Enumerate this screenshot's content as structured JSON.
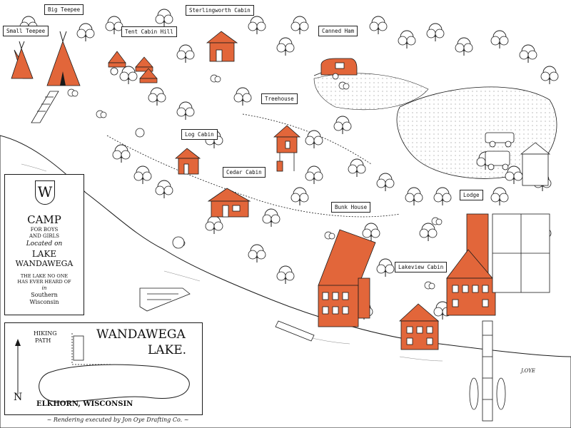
{
  "labels": {
    "small_teepee": "Small Teepee",
    "big_teepee": "Big Teepee",
    "tent_cabin_hill": "Tent Cabin Hill",
    "sterlingworth_cabin": "Sterlingworth Cabin",
    "canned_ham": "Canned Ham",
    "treehouse": "Treehouse",
    "log_cabin": "Log Cabin",
    "cedar_cabin": "Cedar Cabin",
    "bunk_house": "Bunk House",
    "lodge": "Lodge",
    "lakeview_cabin": "Lakeview Cabin"
  },
  "sign": {
    "monogram": "W",
    "camp": "CAMP",
    "for_boys": "FOR BOYS",
    "and_girls": "AND GIRLS",
    "located_on": "Located on",
    "lake": "LAKE",
    "wandawega": "WANDAWEGA",
    "tag1": "THE LAKE NO ONE",
    "tag2": "HAS EVER HEARD OF",
    "tag3": "in",
    "tag4": "Southern",
    "tag5": "Wisconsin"
  },
  "inset": {
    "hiking1": "HIKING",
    "hiking2": "PATH",
    "lake_name1": "WANDAWEGA",
    "lake_name2": "LAKE.",
    "north": "N",
    "location": "ELKHORN, WISCONSIN"
  },
  "credit": "~ Rendering executed by Jon Oye Drafting Co. ~",
  "signature": "J.OYE",
  "colors": {
    "building": "#e2663a",
    "ink": "#1a1a1a",
    "paper": "#ffffff"
  }
}
